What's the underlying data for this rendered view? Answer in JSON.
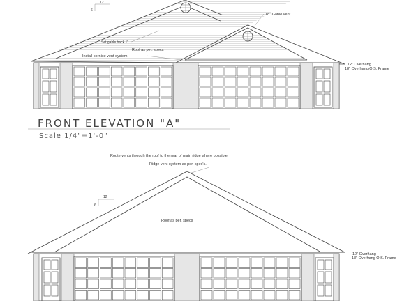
{
  "elevation_a": {
    "pitch_label": "12",
    "pitch_rise": "6",
    "gable_vent_label": "18\" Gable vent",
    "gable_back_label": "Set gable back 1'",
    "roof_label": "Roof as per. specs",
    "cornice_label": "Install cornice vent system",
    "overhang_label": "12\" Overhang",
    "overhang_os_label": "18\" Overhang O.S. Frame",
    "title": "FRONT ELEVATION  \"A\"",
    "scale": "Scale 1/4\"=1'-0\""
  },
  "notes": {
    "roof_vents": "Route vents through the roof to the rear of main ridge where possible",
    "ridge_vent": "Ridge vent system as per. spec's."
  },
  "elevation_b": {
    "pitch_label": "12",
    "pitch_rise": "6",
    "roof_label": "Roof as per. specs",
    "overhang_label": "12\" Overhang",
    "overhang_os_label": "18\" Overhang O.S. Frame"
  }
}
